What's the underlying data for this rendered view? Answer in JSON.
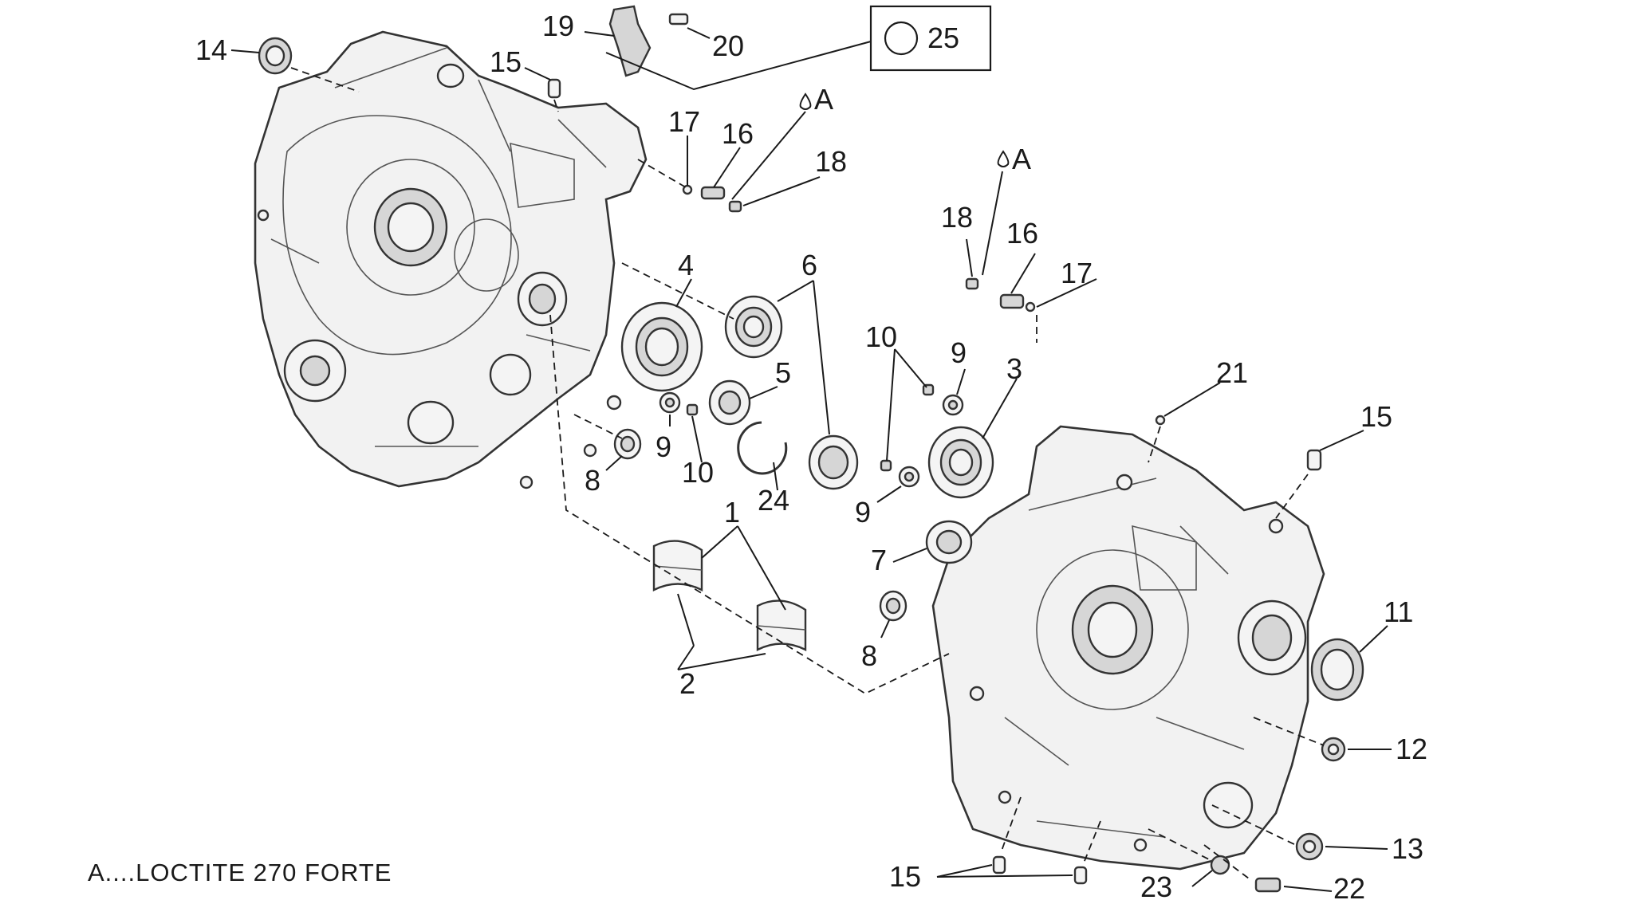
{
  "callouts": [
    {
      "id": "14",
      "text": "14"
    },
    {
      "id": "15a",
      "text": "15"
    },
    {
      "id": "19",
      "text": "19"
    },
    {
      "id": "20",
      "text": "20"
    },
    {
      "id": "25",
      "text": "25"
    },
    {
      "id": "A1",
      "text": "A"
    },
    {
      "id": "17a",
      "text": "17"
    },
    {
      "id": "16a",
      "text": "16"
    },
    {
      "id": "18a",
      "text": "18"
    },
    {
      "id": "A2",
      "text": "A"
    },
    {
      "id": "18b",
      "text": "18"
    },
    {
      "id": "16b",
      "text": "16"
    },
    {
      "id": "17b",
      "text": "17"
    },
    {
      "id": "4",
      "text": "4"
    },
    {
      "id": "6",
      "text": "6"
    },
    {
      "id": "5",
      "text": "5"
    },
    {
      "id": "10a",
      "text": "10"
    },
    {
      "id": "9a",
      "text": "9"
    },
    {
      "id": "3",
      "text": "3"
    },
    {
      "id": "21",
      "text": "21"
    },
    {
      "id": "15b",
      "text": "15"
    },
    {
      "id": "9b",
      "text": "9"
    },
    {
      "id": "10b",
      "text": "10"
    },
    {
      "id": "8a",
      "text": "8"
    },
    {
      "id": "24",
      "text": "24"
    },
    {
      "id": "9c",
      "text": "9"
    },
    {
      "id": "1",
      "text": "1"
    },
    {
      "id": "7",
      "text": "7"
    },
    {
      "id": "2",
      "text": "2"
    },
    {
      "id": "8b",
      "text": "8"
    },
    {
      "id": "11",
      "text": "11"
    },
    {
      "id": "12",
      "text": "12"
    },
    {
      "id": "13",
      "text": "13"
    },
    {
      "id": "15c",
      "text": "15"
    },
    {
      "id": "23",
      "text": "23"
    },
    {
      "id": "22",
      "text": "22"
    }
  ],
  "legend_note": "A....LOCTITE 270 FORTE"
}
